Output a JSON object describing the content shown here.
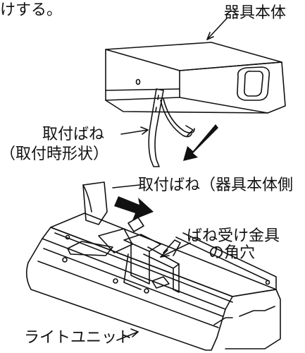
{
  "top_text": "けする。",
  "labels": {
    "fixture_body": "器具本体",
    "spring": "取付ばね",
    "spring_shape": "（取付時形状）",
    "spring_body_side": "取付ばね（器具本体側",
    "receiver_hole_line1": "ばね受け金具",
    "receiver_hole_line2": "の角穴",
    "light_unit": "ライトユニット"
  }
}
